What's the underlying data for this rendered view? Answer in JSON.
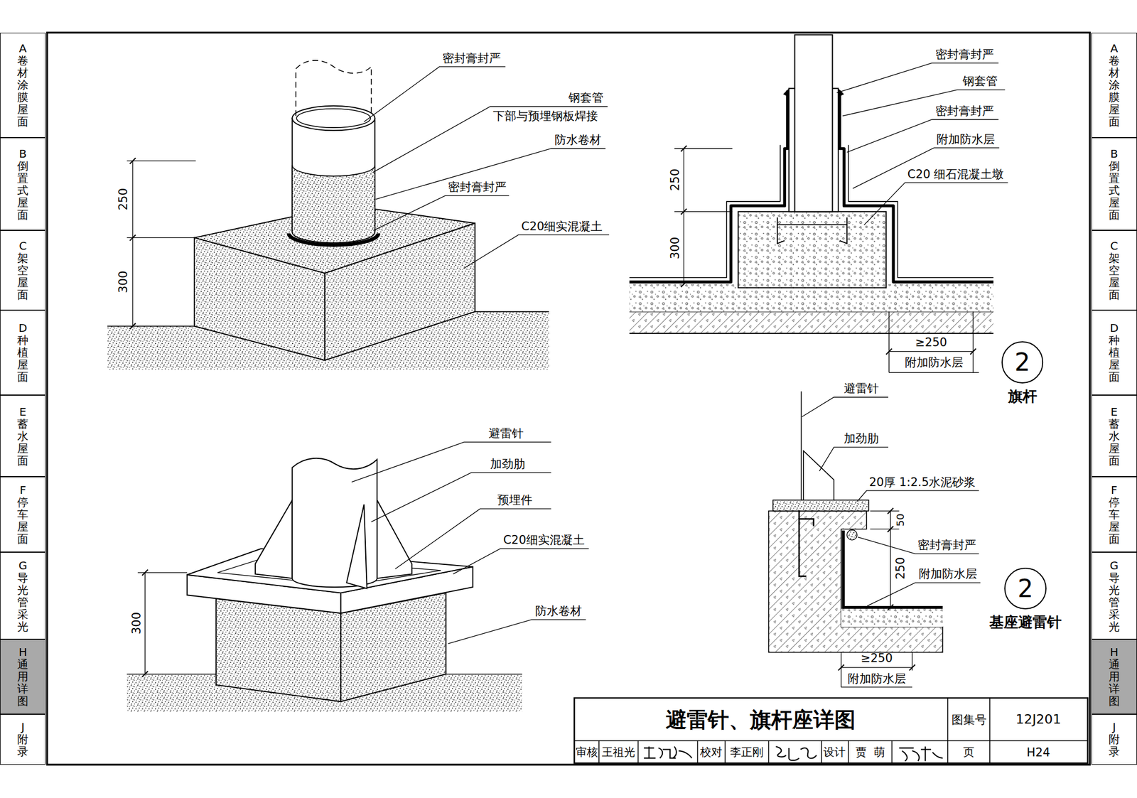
{
  "diagram": {
    "title": "避雷针、旗杆座详图",
    "nodes": [
      {
        "text": [
          "A",
          "卷材涂膜屋面"
        ]
      },
      {
        "text": [
          "B",
          "倒置式屋面"
        ]
      },
      {
        "text": [
          "C",
          "架空屋面"
        ]
      },
      {
        "text": [
          "D",
          "种植屋面"
        ]
      },
      {
        "text": [
          "E",
          "蓄水屋面"
        ]
      },
      {
        "text": [
          "F",
          "停车屋面"
        ]
      },
      {
        "text": [
          "G",
          "导光管采光"
        ]
      },
      {
        "text": [
          "H",
          "通用详图"
        ]
      },
      {
        "text": [
          "J",
          "附录"
        ]
      },
      {
        "text": [
          "A",
          "卷材涂膜屋面"
        ]
      },
      {
        "text": [
          "B",
          "倒置式屋面"
        ]
      },
      {
        "text": [
          "C",
          "架空屋面"
        ]
      },
      {
        "text": [
          "D",
          "种植屋面"
        ]
      },
      {
        "text": [
          "E",
          "蓄水屋面"
        ]
      },
      {
        "text": [
          "F",
          "停车屋面"
        ]
      },
      {
        "text": [
          "G",
          "导光管采光"
        ]
      },
      {
        "text": [
          "H",
          "通用详图"
        ]
      },
      {
        "text": [
          "J",
          "附录"
        ]
      },
      {
        "text": [
          "2",
          "旗杆"
        ]
      },
      {
        "text": [
          "2",
          "基座避雷针"
        ]
      }
    ],
    "labels": [
      "密封膏封严",
      "钢套管",
      "下部与预埋钢板焊接",
      "防水卷材",
      "密封膏封严",
      "C20细实混凝土",
      "250",
      "300",
      "密封膏封严",
      "钢套管",
      "密封膏封严",
      "附加防水层",
      "C20 细石混凝土墩",
      "250",
      "300",
      "≥250",
      "附加防水层",
      "避雷针",
      "加劲肋",
      "预埋件",
      "C20细实混凝土",
      "防水卷材",
      "300",
      "避雷针",
      "加劲肋",
      "20厚 1:2.5水泥砂浆",
      "50",
      "250",
      "密封膏封严",
      "附加防水层",
      "≥250",
      "附加防水层",
      "图集号",
      "12J201",
      "审核",
      "王祖光",
      "校对",
      "李正刚",
      "设计",
      "贾  萌",
      "页",
      "H24"
    ]
  }
}
